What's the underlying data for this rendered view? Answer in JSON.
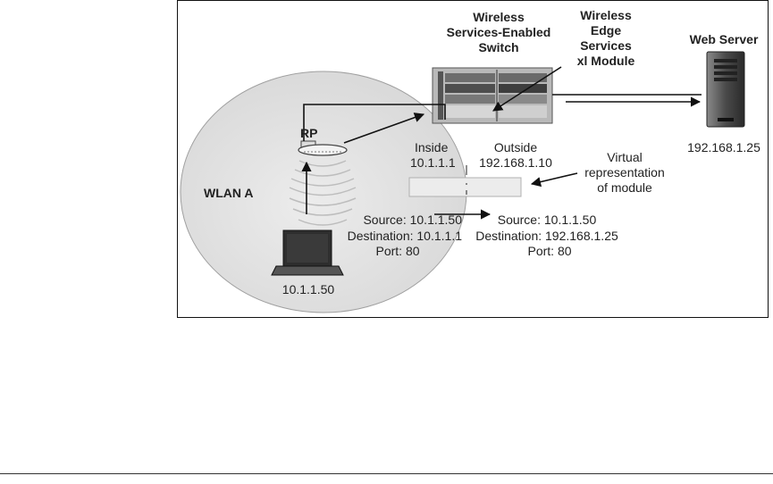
{
  "labels": {
    "switch": [
      "Wireless",
      "Services-Enabled",
      "Switch"
    ],
    "module": [
      "Wireless",
      "Edge",
      "Services",
      "xl Module"
    ],
    "web_server": "Web Server",
    "web_server_ip": "192.168.1.25",
    "rp": "RP",
    "wlan": "WLAN A",
    "laptop_ip": "10.1.1.50",
    "inside": [
      "Inside",
      "10.1.1.1"
    ],
    "outside": [
      "Outside",
      "192.168.1.10"
    ],
    "virtual": [
      "Virtual",
      "representation",
      "of module"
    ],
    "packet_in": [
      "Source: 10.1.1.50",
      "Destination: 10.1.1.1",
      "Port: 80"
    ],
    "packet_out": [
      "Source: 10.1.1.50",
      "Destination: 192.168.1.25",
      "Port: 80"
    ]
  },
  "colors": {
    "wlan_fill": "#e2e2e2",
    "wlan_stroke": "#9a9a9a",
    "server_dark": "#3c3c3c",
    "virtual_box": "#ededed"
  }
}
